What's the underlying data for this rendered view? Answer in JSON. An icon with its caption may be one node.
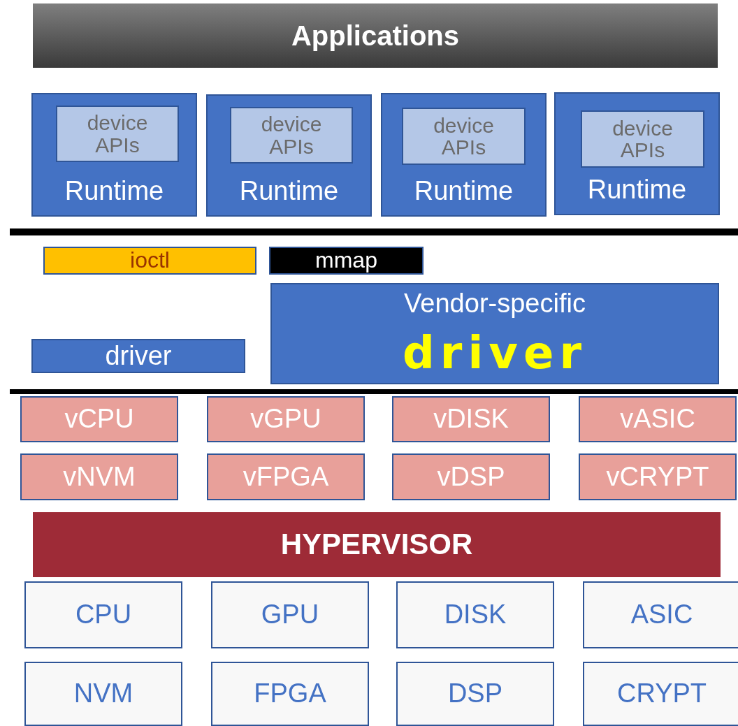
{
  "diagram": {
    "nodes": [
      {
        "text": [
          "Applications"
        ]
      },
      {
        "text": [
          "Runtime"
        ]
      },
      {
        "text": [
          "device APIs"
        ],
        "in": 1
      },
      {
        "text": [
          "Runtime"
        ]
      },
      {
        "text": [
          "device APIs"
        ],
        "in": 3
      },
      {
        "text": [
          "Runtime"
        ]
      },
      {
        "text": [
          "device APIs"
        ],
        "in": 5
      },
      {
        "text": [
          "Runtime"
        ]
      },
      {
        "text": [
          "device APIs"
        ],
        "in": 7
      },
      {
        "text": [
          "ioctl"
        ]
      },
      {
        "text": [
          "mmap"
        ]
      },
      {
        "text": [
          "Vendor-specific",
          "driver"
        ]
      },
      {
        "text": [
          "driver"
        ]
      },
      {
        "text": [
          "vCPU"
        ]
      },
      {
        "text": [
          "vGPU"
        ]
      },
      {
        "text": [
          "vDISK"
        ]
      },
      {
        "text": [
          "vASIC"
        ]
      },
      {
        "text": [
          "vNVM"
        ]
      },
      {
        "text": [
          "vFPGA"
        ]
      },
      {
        "text": [
          "vDSP"
        ]
      },
      {
        "text": [
          "vCRYPT"
        ]
      },
      {
        "text": [
          "HYPERVISOR"
        ]
      },
      {
        "text": [
          "CPU"
        ]
      },
      {
        "text": [
          "GPU"
        ]
      },
      {
        "text": [
          "DISK"
        ]
      },
      {
        "text": [
          "ASIC"
        ]
      },
      {
        "text": [
          "NVM"
        ]
      },
      {
        "text": [
          "FPGA"
        ]
      },
      {
        "text": [
          "DSP"
        ]
      },
      {
        "text": [
          "CRYPT"
        ]
      }
    ]
  }
}
